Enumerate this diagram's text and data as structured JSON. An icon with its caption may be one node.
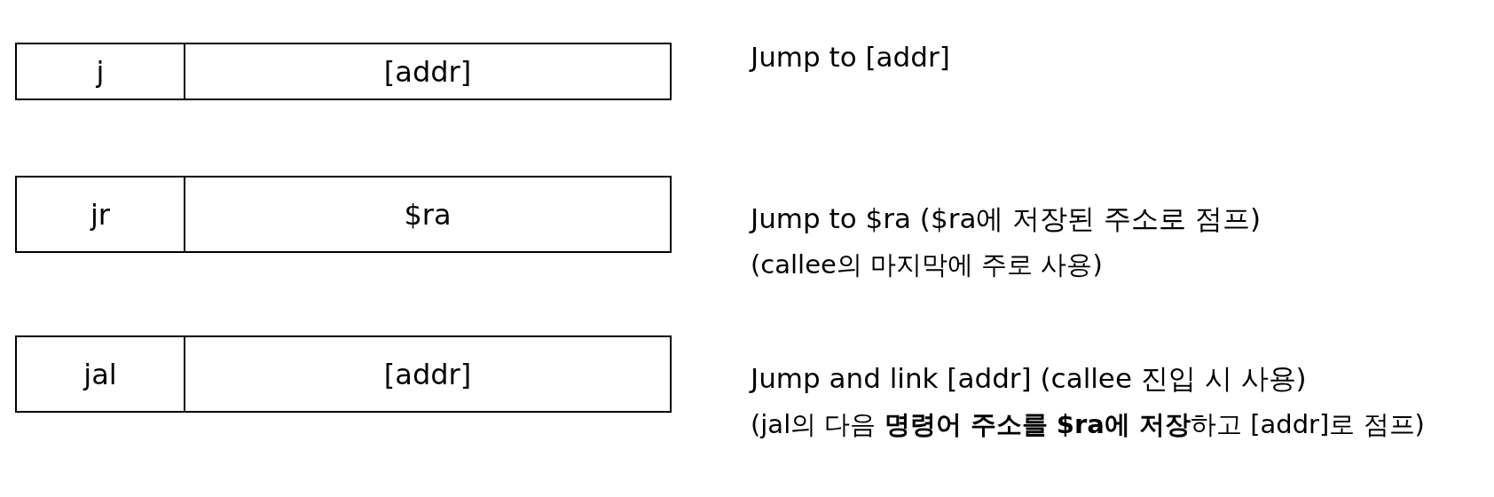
{
  "diagram": {
    "nodes": [
      {
        "text": [
          "j"
        ]
      },
      {
        "text": [
          "[addr]"
        ]
      },
      {
        "text": [
          "jr"
        ]
      },
      {
        "text": [
          "$ra"
        ]
      },
      {
        "text": [
          "jal"
        ]
      },
      {
        "text": [
          "[addr]"
        ]
      }
    ],
    "labels": [
      "Jump to [addr]",
      "Jump to $ra ($ra에 저장된 주소로 점프)",
      "(callee의 마지막에 주로 사용)",
      "Jump and link [addr] (callee 진입 시 사용)",
      "(jal의 다음 **명령어 주소를 $ra에 저장**하고 [addr]로 점프)"
    ]
  }
}
